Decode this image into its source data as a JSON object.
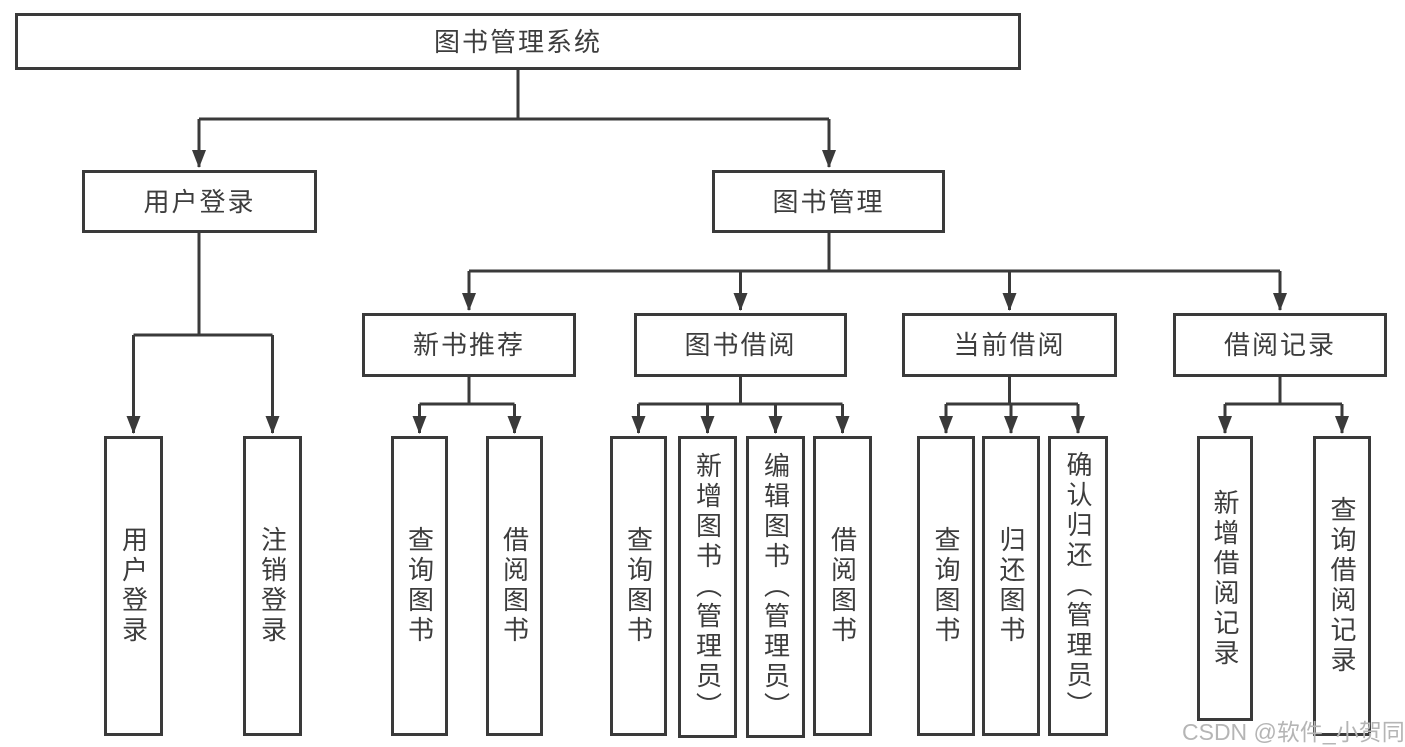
{
  "diagram": {
    "root": {
      "label": "图书管理系统",
      "children": [
        {
          "label": "用户登录",
          "children": [
            {
              "label": "用户登录"
            },
            {
              "label": "注销登录"
            }
          ]
        },
        {
          "label": "图书管理",
          "children": [
            {
              "label": "新书推荐",
              "children": [
                {
                  "label": "查询图书"
                },
                {
                  "label": "借阅图书"
                }
              ]
            },
            {
              "label": "图书借阅",
              "children": [
                {
                  "label": "查询图书"
                },
                {
                  "label": "新增图书（管理员）"
                },
                {
                  "label": "编辑图书（管理员）"
                },
                {
                  "label": "借阅图书"
                }
              ]
            },
            {
              "label": "当前借阅",
              "children": [
                {
                  "label": "查询图书"
                },
                {
                  "label": "归还图书"
                },
                {
                  "label": "确认归还（管理员）"
                }
              ]
            },
            {
              "label": "借阅记录",
              "children": [
                {
                  "label": "新增借阅记录"
                },
                {
                  "label": "查询借阅记录"
                }
              ]
            }
          ]
        }
      ]
    }
  },
  "watermark": {
    "text": "CSDN @软件_小贺同学",
    "color": "#b5b5b5"
  },
  "colors": {
    "stroke": "#3a3a3a",
    "text": "#3d3d3d",
    "background": "#ffffff"
  }
}
